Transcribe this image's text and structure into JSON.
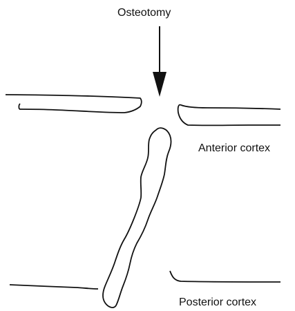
{
  "diagram": {
    "labels": {
      "osteotomy": "Osteotomy",
      "anterior_cortex": "Anterior cortex",
      "posterior_cortex": "Posterior cortex"
    },
    "stroke_color": "#111111",
    "background_color": "#ffffff"
  }
}
